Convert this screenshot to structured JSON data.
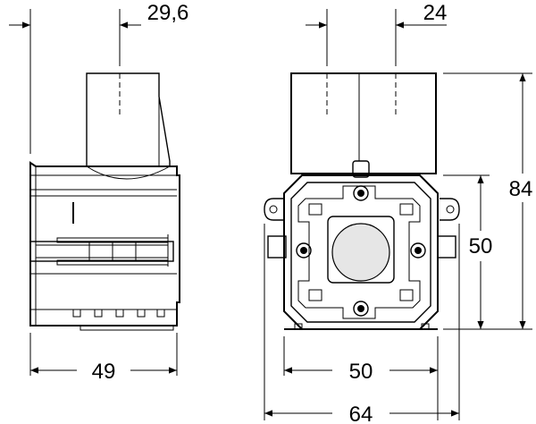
{
  "drawing": {
    "side_view": {
      "depth_label": "49",
      "offset_label": "29,6"
    },
    "front_view": {
      "inner_width_label": "50",
      "outer_width_label": "64",
      "offset_label": "24",
      "inner_height_label": "50",
      "total_height_label": "84"
    }
  }
}
